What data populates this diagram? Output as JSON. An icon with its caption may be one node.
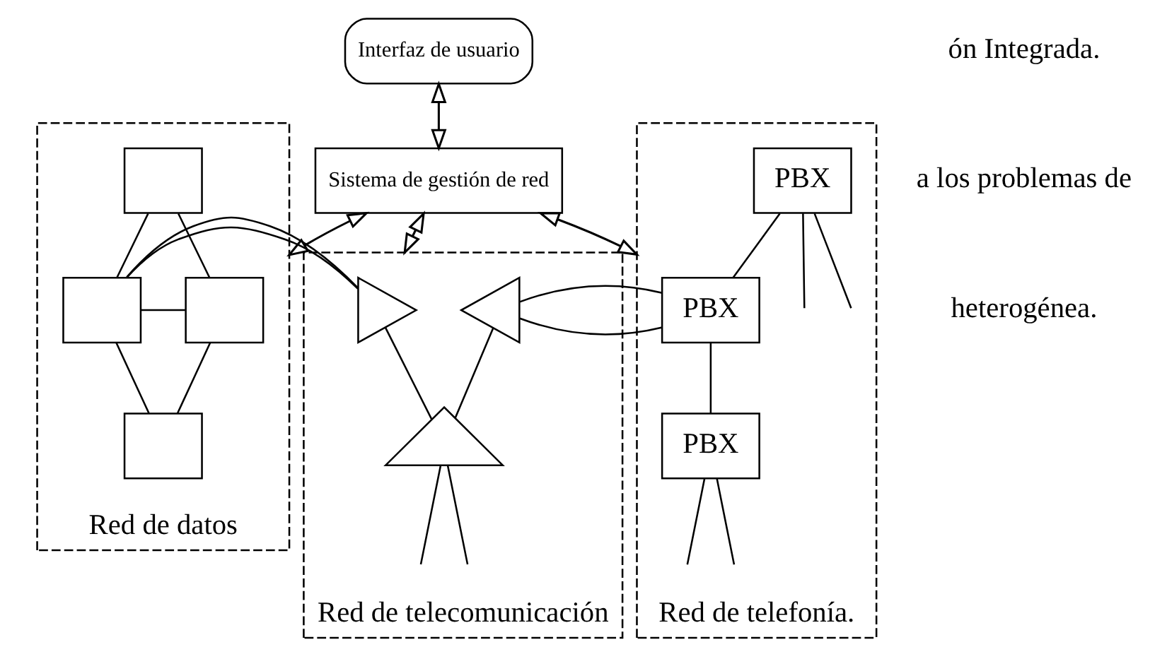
{
  "diagram": {
    "nodes": [
      {
        "text": [
          "Interfaz de usuario"
        ]
      },
      {
        "text": [
          "Sistema de gestión de red"
        ]
      },
      {
        "text": [
          "Red de datos"
        ]
      },
      {
        "text": [
          "Red de telecomunicación"
        ]
      },
      {
        "text": [
          "Red de telefonía."
        ]
      },
      {
        "text": [],
        "shape": "box",
        "in": 2
      },
      {
        "text": [],
        "shape": "box",
        "in": 2
      },
      {
        "text": [],
        "shape": "box",
        "in": 2
      },
      {
        "text": [],
        "shape": "box",
        "in": 2
      },
      {
        "text": [],
        "shape": "triangle",
        "in": 3
      },
      {
        "text": [],
        "shape": "triangle",
        "in": 3
      },
      {
        "text": [],
        "shape": "triangle",
        "in": 3
      },
      {
        "text": [
          "PBX"
        ],
        "in": 4
      },
      {
        "text": [
          "PBX"
        ],
        "in": 4
      },
      {
        "text": [
          "PBX"
        ],
        "in": 4
      }
    ],
    "edges": [
      {
        "from": 0,
        "to": 1,
        "arrow": "both"
      },
      {
        "from": 1,
        "to": 2,
        "arrow": "both"
      },
      {
        "from": 1,
        "to": 3,
        "arrow": "both"
      },
      {
        "from": 1,
        "to": 4,
        "arrow": "both"
      },
      {
        "from": 5,
        "to": 6,
        "arrow": "none"
      },
      {
        "from": 5,
        "to": 7,
        "arrow": "none"
      },
      {
        "from": 6,
        "to": 7,
        "arrow": "none"
      },
      {
        "from": 6,
        "to": 8,
        "arrow": "none"
      },
      {
        "from": 7,
        "to": 8,
        "arrow": "none"
      },
      {
        "from": 7,
        "to": 9,
        "arrow": "none"
      },
      {
        "from": 9,
        "to": 11,
        "arrow": "none"
      },
      {
        "from": 10,
        "to": 11,
        "arrow": "none"
      },
      {
        "from": 10,
        "to": 12,
        "arrow": "none"
      },
      {
        "from": 13,
        "to": 12,
        "arrow": "none"
      },
      {
        "from": 12,
        "to": 14,
        "arrow": "none"
      },
      {
        "from": 13,
        "to": null,
        "arrow": "none"
      },
      {
        "from": 13,
        "to": null,
        "arrow": "none"
      },
      {
        "from": 14,
        "to": null,
        "arrow": "none"
      },
      {
        "from": 14,
        "to": null,
        "arrow": "none"
      },
      {
        "from": 11,
        "to": null,
        "arrow": "none"
      },
      {
        "from": 11,
        "to": null,
        "arrow": "none"
      }
    ],
    "labels": [
      "ón Integrada.",
      "a los problemas de",
      "heterogénea."
    ]
  }
}
